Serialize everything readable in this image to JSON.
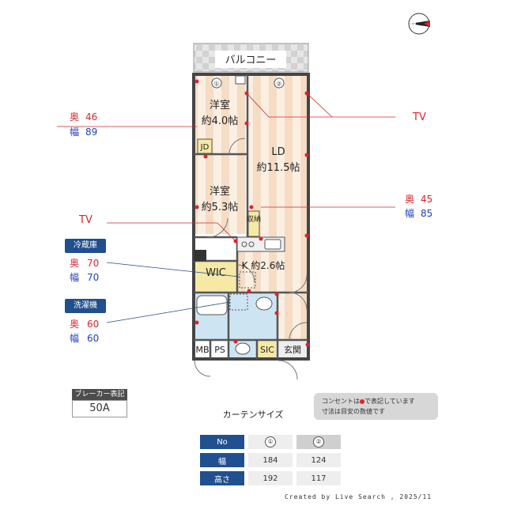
{
  "balcony": "バルコニー",
  "rooms": {
    "western1": "洋室",
    "western1_size": "約4.0帖",
    "ld": "LD",
    "ld_size": "約11.5帖",
    "western2": "洋室",
    "western2_size": "約5.3帖",
    "kitchen": "K 約2.6帖",
    "wic": "WIC",
    "jd": "JD",
    "storage": "収納",
    "mb": "MB",
    "ps": "PS",
    "sic": "SIC",
    "entrance": "玄関"
  },
  "window_numbers": [
    "②",
    "①"
  ],
  "tv_label": "TV",
  "measurements": {
    "left_top": {
      "depth_label": "奥",
      "depth": "46",
      "width_label": "幅",
      "width": "89"
    },
    "right_mid": {
      "depth_label": "奥",
      "depth": "45",
      "width_label": "幅",
      "width": "85"
    },
    "fridge": {
      "title": "冷蔵庫",
      "depth_label": "奥",
      "depth": "70",
      "width_label": "幅",
      "width": "70"
    },
    "washer": {
      "title": "洗濯機",
      "depth_label": "奥",
      "depth": "60",
      "width_label": "幅",
      "width": "60"
    }
  },
  "breaker": {
    "label": "ブレーカー表記",
    "value": "50A"
  },
  "note": {
    "line1_a": "コンセントは",
    "line1_b": "で表記しています",
    "line2": "寸法は目安の数値です"
  },
  "curtain": {
    "title": "カーテンサイズ",
    "header": [
      "No",
      "①",
      "②"
    ],
    "rows": [
      {
        "label": "幅",
        "values": [
          "184",
          "124"
        ]
      },
      {
        "label": "高さ",
        "values": [
          "192",
          "117"
        ]
      }
    ]
  },
  "credit": "Created by Live Search , 2025/11",
  "compass": "N",
  "colors": {
    "red": "#e0222b",
    "blue": "#1f3fbf",
    "navy": "#1f4f8c",
    "wood": "#f3dcc2",
    "yellow": "#f6e9a5",
    "blue_wet": "#cde4f2"
  }
}
